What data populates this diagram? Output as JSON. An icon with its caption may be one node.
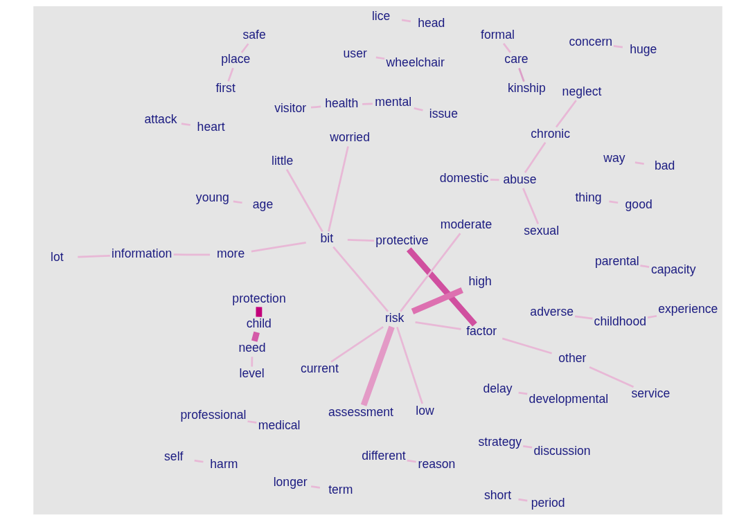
{
  "diagram": {
    "nodes": [
      {
        "text": [
          "young"
        ]
      },
      {
        "text": [
          "age"
        ]
      },
      {
        "text": [
          "visitor"
        ]
      },
      {
        "text": [
          "health"
        ]
      },
      {
        "text": [
          "issue"
        ]
      },
      {
        "text": [
          "different"
        ]
      },
      {
        "text": [
          "mental"
        ]
      },
      {
        "text": [
          "reason"
        ]
      },
      {
        "text": [
          "thing"
        ]
      },
      {
        "text": [
          "strategy"
        ]
      },
      {
        "text": [
          "need"
        ]
      },
      {
        "text": [
          "good"
        ]
      },
      {
        "text": [
          "child"
        ]
      },
      {
        "text": [
          "level"
        ]
      },
      {
        "text": [
          "discussion"
        ]
      },
      {
        "text": [
          "concern"
        ]
      },
      {
        "text": [
          "huge"
        ]
      },
      {
        "text": [
          "protection"
        ]
      },
      {
        "text": [
          "formal"
        ]
      },
      {
        "text": [
          "user"
        ]
      },
      {
        "text": [
          "care"
        ]
      },
      {
        "text": [
          "wheelchair"
        ]
      },
      {
        "text": [
          "domestic"
        ]
      },
      {
        "text": [
          "abuse"
        ]
      },
      {
        "text": [
          "sexual"
        ]
      },
      {
        "text": [
          "kinship"
        ]
      },
      {
        "text": [
          "self"
        ]
      },
      {
        "text": [
          "parental"
        ]
      },
      {
        "text": [
          "attack"
        ]
      },
      {
        "text": [
          "chronic"
        ]
      },
      {
        "text": [
          "capacity"
        ]
      },
      {
        "text": [
          "harm"
        ]
      },
      {
        "text": [
          "heart"
        ]
      },
      {
        "text": [
          "lot"
        ]
      },
      {
        "text": [
          "neglect"
        ]
      },
      {
        "text": [
          "delay"
        ]
      },
      {
        "text": [
          "place"
        ]
      },
      {
        "text": [
          "safe"
        ]
      },
      {
        "text": [
          "information"
        ]
      },
      {
        "text": [
          "way"
        ]
      },
      {
        "text": [
          "first"
        ]
      },
      {
        "text": [
          "adverse"
        ]
      },
      {
        "text": [
          "experience"
        ]
      },
      {
        "text": [
          "developmental"
        ]
      },
      {
        "text": [
          "more"
        ]
      },
      {
        "text": [
          "bad"
        ]
      },
      {
        "text": [
          "childhood"
        ]
      },
      {
        "text": [
          "little"
        ]
      },
      {
        "text": [
          "professional"
        ]
      },
      {
        "text": [
          "worried"
        ]
      },
      {
        "text": [
          "bit"
        ]
      },
      {
        "text": [
          "lice"
        ]
      },
      {
        "text": [
          "medical"
        ]
      },
      {
        "text": [
          "assessment"
        ]
      },
      {
        "text": [
          "longer"
        ]
      },
      {
        "text": [
          "head"
        ]
      },
      {
        "text": [
          "protective"
        ]
      },
      {
        "text": [
          "low"
        ]
      },
      {
        "text": [
          "term"
        ]
      },
      {
        "text": [
          "risk"
        ]
      },
      {
        "text": [
          "short"
        ]
      },
      {
        "text": [
          "period"
        ]
      },
      {
        "text": [
          "factor"
        ]
      },
      {
        "text": [
          "current"
        ]
      },
      {
        "text": [
          "other"
        ]
      },
      {
        "text": [
          "high"
        ]
      },
      {
        "text": [
          "moderate"
        ]
      },
      {
        "text": [
          "service"
        ]
      }
    ],
    "edges": [
      {
        "from": 0,
        "to": 1,
        "arrow": "none"
      },
      {
        "from": 3,
        "to": 2,
        "arrow": "none"
      },
      {
        "from": 6,
        "to": 3,
        "arrow": "none"
      },
      {
        "from": 6,
        "to": 4,
        "arrow": "none"
      },
      {
        "from": 5,
        "to": 7,
        "arrow": "none"
      },
      {
        "from": 11,
        "to": 8,
        "arrow": "none"
      },
      {
        "from": 9,
        "to": 14,
        "arrow": "none"
      },
      {
        "from": 12,
        "to": 17,
        "arrow": "none",
        "style": "thick",
        "color": "#c2007a"
      },
      {
        "from": 12,
        "to": 10,
        "arrow": "none",
        "style": "thick",
        "color": "#d45aa8"
      },
      {
        "from": 10,
        "to": 13,
        "arrow": "none"
      },
      {
        "from": 15,
        "to": 16,
        "arrow": "none"
      },
      {
        "from": 18,
        "to": 20,
        "arrow": "none"
      },
      {
        "from": 20,
        "to": 25,
        "arrow": "none",
        "color": "#dc9fc8"
      },
      {
        "from": 21,
        "to": 19,
        "arrow": "none"
      },
      {
        "from": 22,
        "to": 23,
        "arrow": "none"
      },
      {
        "from": 24,
        "to": 23,
        "arrow": "none"
      },
      {
        "from": 23,
        "to": 29,
        "arrow": "none"
      },
      {
        "from": 29,
        "to": 34,
        "arrow": "none"
      },
      {
        "from": 26,
        "to": 31,
        "arrow": "none"
      },
      {
        "from": 27,
        "to": 30,
        "arrow": "none"
      },
      {
        "from": 28,
        "to": 32,
        "arrow": "none"
      },
      {
        "from": 33,
        "to": 38,
        "arrow": "none"
      },
      {
        "from": 38,
        "to": 44,
        "arrow": "none"
      },
      {
        "from": 44,
        "to": 50,
        "arrow": "none"
      },
      {
        "from": 47,
        "to": 50,
        "arrow": "none"
      },
      {
        "from": 49,
        "to": 50,
        "arrow": "none"
      },
      {
        "from": 50,
        "to": 56,
        "arrow": "none"
      },
      {
        "from": 50,
        "to": 59,
        "arrow": "none"
      },
      {
        "from": 35,
        "to": 43,
        "arrow": "none"
      },
      {
        "from": 40,
        "to": 36,
        "arrow": "none"
      },
      {
        "from": 36,
        "to": 37,
        "arrow": "none"
      },
      {
        "from": 39,
        "to": 45,
        "arrow": "none"
      },
      {
        "from": 41,
        "to": 46,
        "arrow": "none"
      },
      {
        "from": 46,
        "to": 42,
        "arrow": "none"
      },
      {
        "from": 51,
        "to": 55,
        "arrow": "none"
      },
      {
        "from": 48,
        "to": 52,
        "arrow": "none"
      },
      {
        "from": 54,
        "to": 58,
        "arrow": "none"
      },
      {
        "from": 56,
        "to": 62,
        "arrow": "none",
        "style": "thick",
        "color": "#d04f9f"
      },
      {
        "from": 62,
        "to": 59,
        "arrow": "none"
      },
      {
        "from": 59,
        "to": 53,
        "arrow": "none",
        "style": "thick",
        "color": "#e39ac6"
      },
      {
        "from": 59,
        "to": 57,
        "arrow": "none"
      },
      {
        "from": 59,
        "to": 63,
        "arrow": "none"
      },
      {
        "from": 59,
        "to": 66,
        "arrow": "none"
      },
      {
        "from": 65,
        "to": 59,
        "arrow": "none",
        "style": "thick",
        "color": "#dd70b0"
      },
      {
        "from": 64,
        "to": 62,
        "arrow": "none"
      },
      {
        "from": 67,
        "to": 64,
        "arrow": "none"
      },
      {
        "from": 60,
        "to": 61,
        "arrow": "none"
      }
    ]
  }
}
